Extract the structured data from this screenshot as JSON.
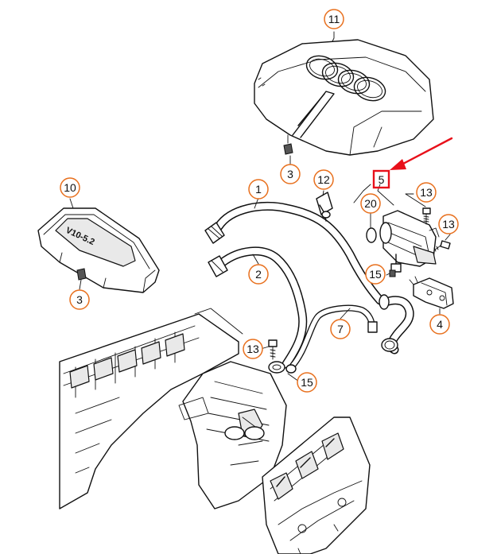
{
  "diagram": {
    "highlight_color": "#e8101a",
    "callout_color": "#e8701e",
    "callouts": [
      {
        "label": "11"
      },
      {
        "label": "3"
      },
      {
        "label": "10"
      },
      {
        "label": "3"
      },
      {
        "label": "1"
      },
      {
        "label": "2"
      },
      {
        "label": "12"
      },
      {
        "label": "5"
      },
      {
        "label": "20"
      },
      {
        "label": "13"
      },
      {
        "label": "13"
      },
      {
        "label": "15"
      },
      {
        "label": "4"
      },
      {
        "label": "7"
      },
      {
        "label": "13"
      },
      {
        "label": "15"
      }
    ],
    "cover_badge": "V10-5.2",
    "highlighted_part": "5"
  }
}
